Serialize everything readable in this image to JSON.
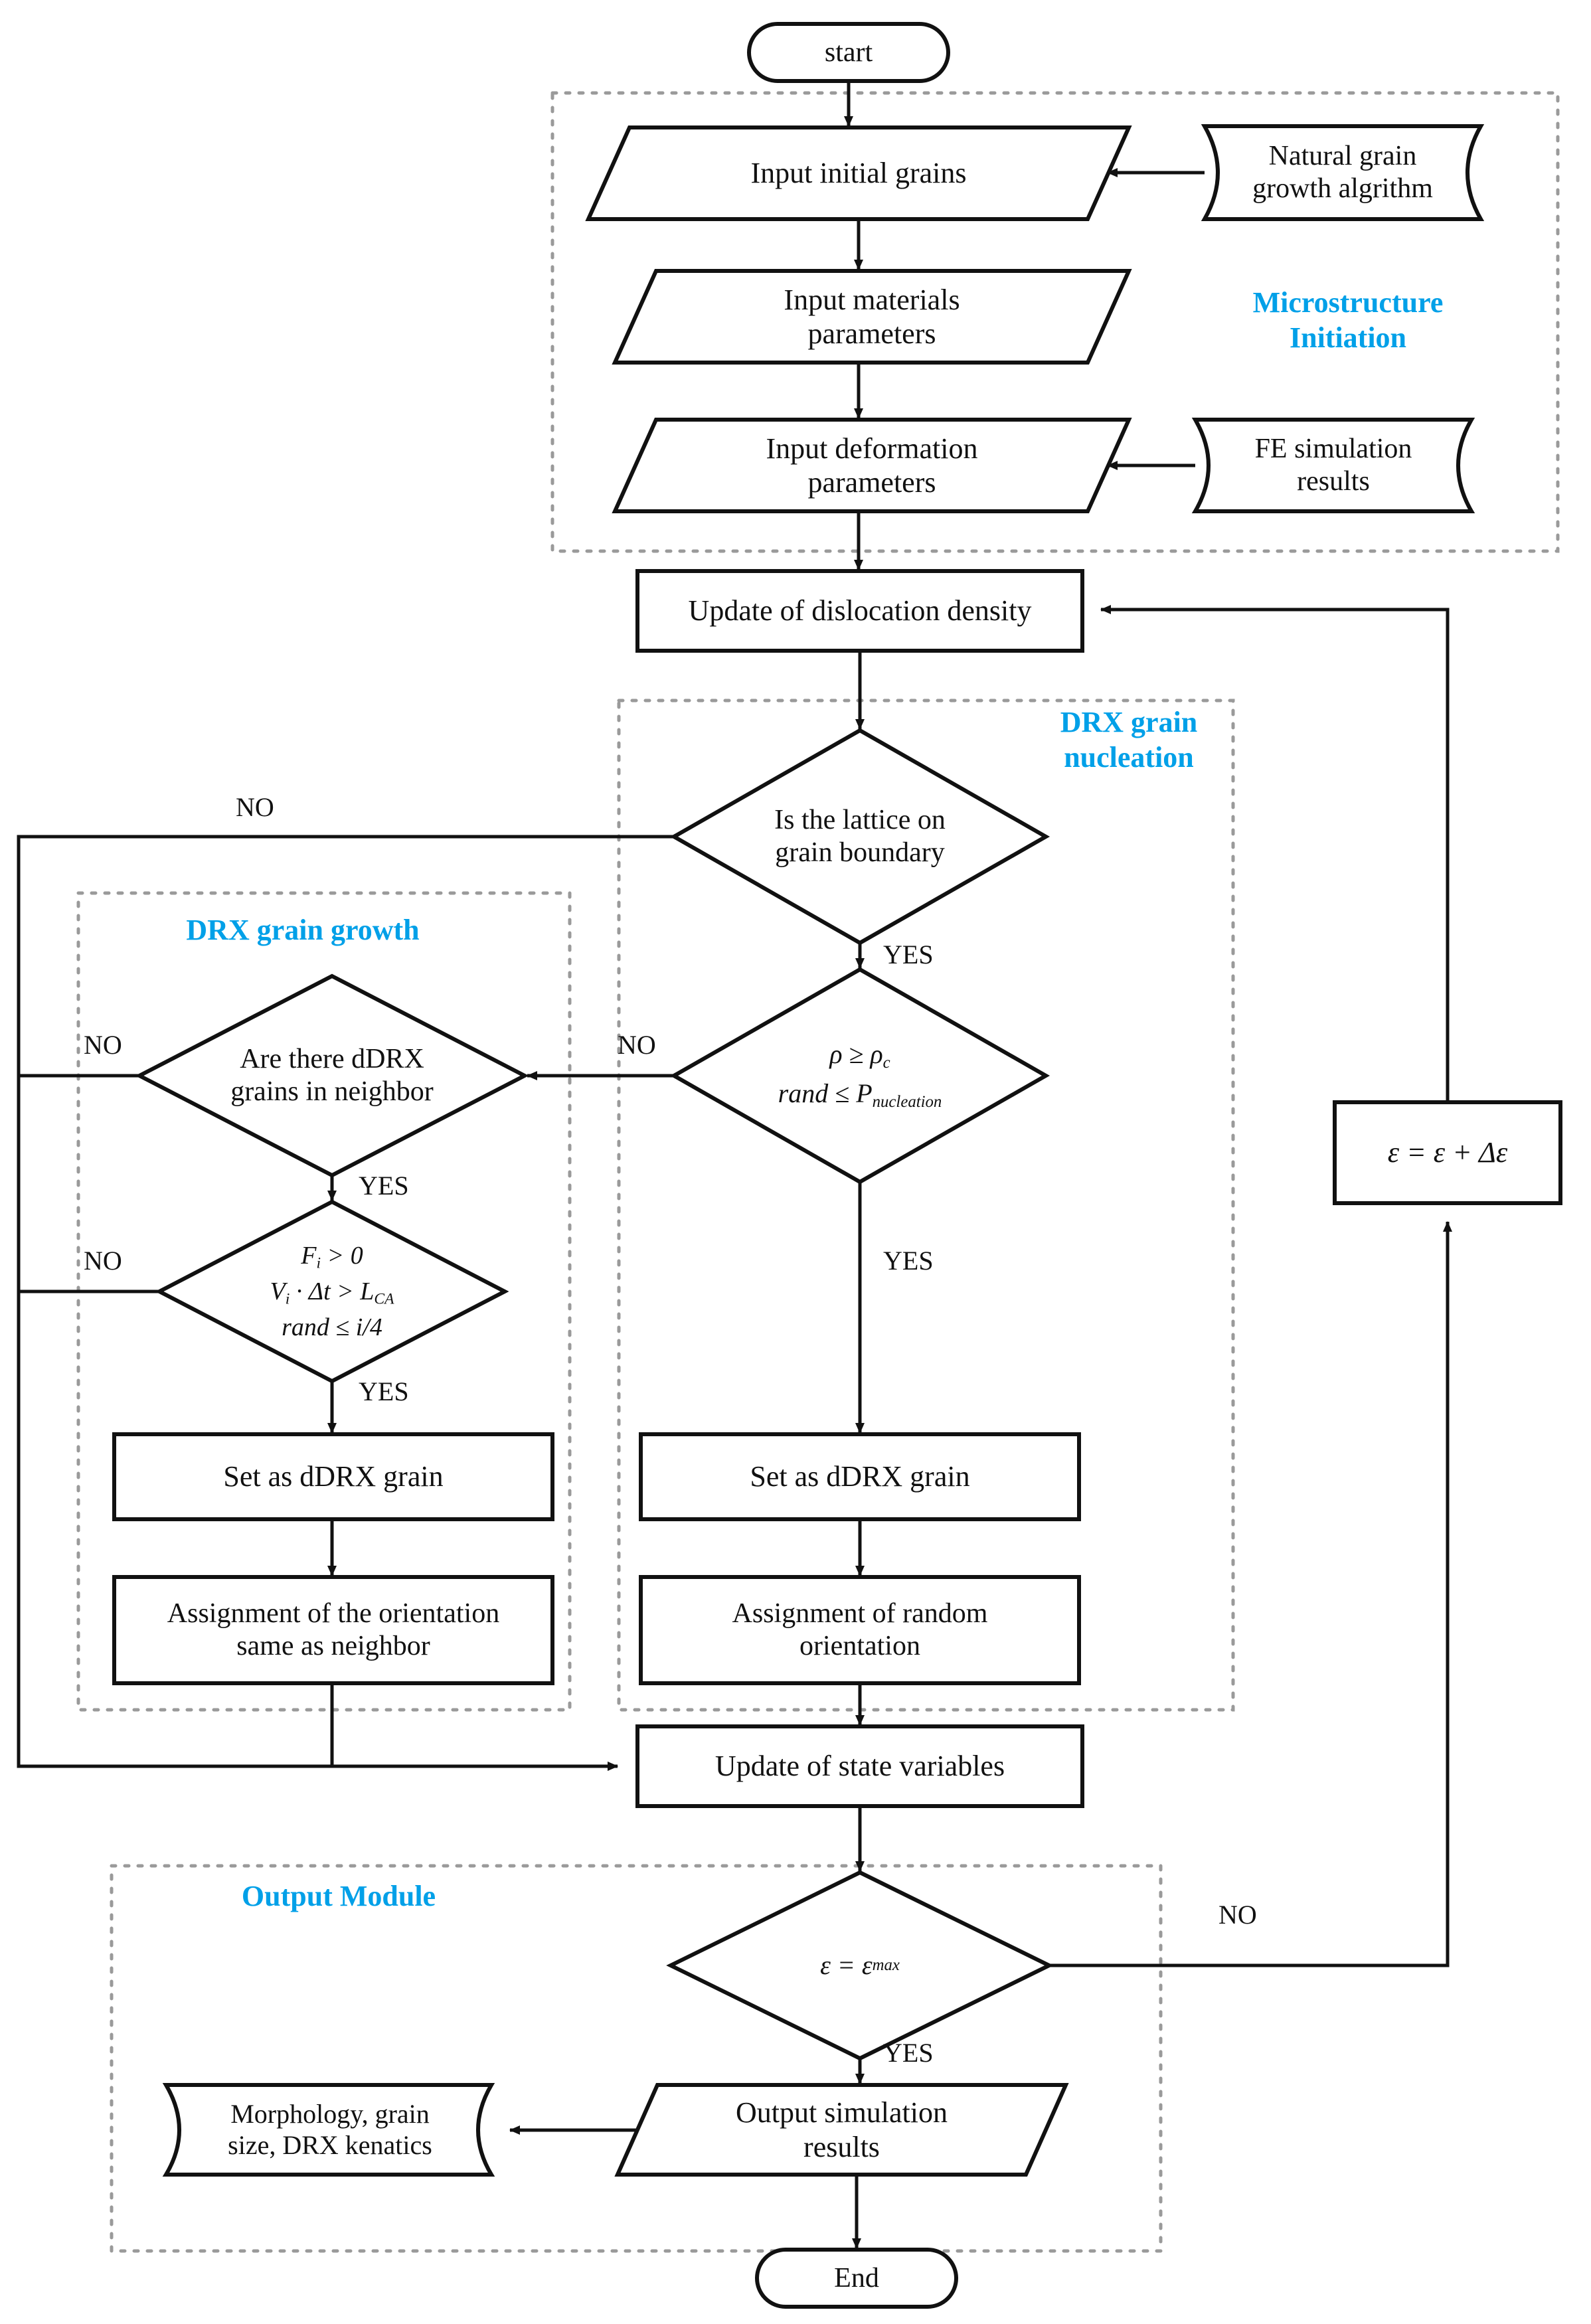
{
  "diagram": {
    "title": "DRX cellular automaton simulation flowchart",
    "accent_color": "#00A0E8",
    "line_color": "#111111"
  },
  "groups": [
    {
      "id": "microstructure-initiation",
      "label": "Microstructure\nInitiation"
    },
    {
      "id": "drx-grain-nucleation",
      "label": "DRX grain\nnucleation"
    },
    {
      "id": "drx-grain-growth",
      "label": "DRX grain growth"
    },
    {
      "id": "output-module",
      "label": "Output Module"
    }
  ],
  "nodes": {
    "start": {
      "label": "start",
      "type": "terminator"
    },
    "input_initial": {
      "label": "Input initial grains",
      "type": "io"
    },
    "input_materials": {
      "label": "Input materials\nparameters",
      "type": "io"
    },
    "input_deformation": {
      "label": "Input deformation\nparameters",
      "type": "io"
    },
    "natural_growth": {
      "label": "Natural grain\ngrowth algrithm",
      "type": "document"
    },
    "fe_results": {
      "label": "FE simulation\nresults",
      "type": "document"
    },
    "update_dislocation": {
      "label": "Update of dislocation density",
      "type": "process"
    },
    "lattice_decision": {
      "label": "Is the lattice on\ngrain boundary",
      "type": "decision"
    },
    "nucleation_decision": {
      "label": "ρ ≥ ρc\nrand ≤ Pnucleation",
      "type": "decision",
      "line1": "ρ ≥ ρ",
      "line1_sub": "c",
      "line2": "rand ≤ P",
      "line2_sub": "nucleation"
    },
    "neighbor_decision": {
      "label": "Are there dDRX\ngrains in neighbor",
      "type": "decision"
    },
    "growth_decision": {
      "label": "Fi > 0\nVi · Δt > LCA\nrand ≤ i/4",
      "type": "decision",
      "line1_a": "F",
      "line1_sub": "i",
      "line1_b": " > 0",
      "line2_a": "V",
      "line2_sub": "i",
      "line2_b": " · Δt > L",
      "line2_sub2": "CA",
      "line3": "rand ≤ i/4"
    },
    "set_ddrx_left": {
      "label": "Set as dDRX grain",
      "type": "process"
    },
    "set_ddrx_right": {
      "label": "Set as dDRX grain",
      "type": "process"
    },
    "assign_neighbor": {
      "label": "Assignment of the orientation\nsame as neighbor",
      "type": "process"
    },
    "assign_random": {
      "label": "Assignment of random\norientation",
      "type": "process"
    },
    "update_state": {
      "label": "Update of state variables",
      "type": "process"
    },
    "strain_increment": {
      "label": "ε = ε + Δε",
      "type": "process"
    },
    "strain_max_decision": {
      "label": "ε = εmax",
      "type": "decision",
      "expr_a": "ε = ε",
      "expr_sub": "max"
    },
    "output_results": {
      "label": "Output simulation\nresults",
      "type": "io"
    },
    "morphology": {
      "label": "Morphology, grain\nsize, DRX kenatics",
      "type": "document"
    },
    "end": {
      "label": "End",
      "type": "terminator"
    }
  },
  "edge_labels": {
    "lattice_no": "NO",
    "lattice_yes": "YES",
    "nucleation_no": "NO",
    "nucleation_yes": "YES",
    "neighbor_no": "NO",
    "neighbor_yes": "YES",
    "growth_no": "NO",
    "growth_yes": "YES",
    "strain_max_no": "NO",
    "strain_max_yes": "YES"
  }
}
